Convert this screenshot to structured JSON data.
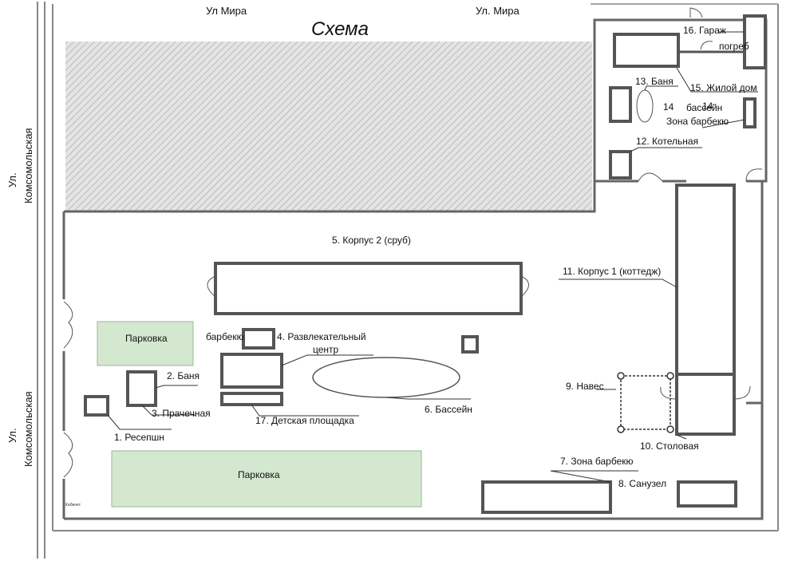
{
  "title": "Схема",
  "streets": {
    "top_left": "Ул Мира",
    "top_right": "Ул. Мира",
    "left_upper_line1": "Ул.",
    "left_upper_line2": "Комсомольская",
    "left_lower_line1": "Ул.",
    "left_lower_line2": "Комсомольская"
  },
  "labels": {
    "reception": "1. Ресепшн",
    "banya": "2. Баня",
    "laundry": "3. Прачечная",
    "entertainment_line1": "4. Развлекательный",
    "entertainment_line2": "центр",
    "bbq_small": "барбекю",
    "building2": "5. Корпус 2 (сруб)",
    "pool": "6. Бассейн",
    "bbq_zone": "7. Зона барбекю",
    "wc": "8. Санузел",
    "canopy": "9. Навес",
    "dining": "10. Столовая",
    "building1": "11. Корпус 1 (коттедж)",
    "boiler": "12. Котельная",
    "banya2": "13. Баня",
    "num14": "14",
    "pool14": "бассейн",
    "num14b": "14",
    "bbq_zone2": "Зона барбекю",
    "house": "15. Жилой дом",
    "garage": "16. Гараж",
    "cellar": "погреб",
    "playground": "17. Детская площадка",
    "parking_top": "Парковка",
    "parking_bottom": "Парковка",
    "cabinet": "Кабинет"
  },
  "colors": {
    "parking_fill": "#d4e8cf",
    "parking_border": "#9ab796",
    "hatch_fill": "#e4e4e4",
    "hatch_line": "#b9b9b9",
    "wall": "#666666"
  }
}
